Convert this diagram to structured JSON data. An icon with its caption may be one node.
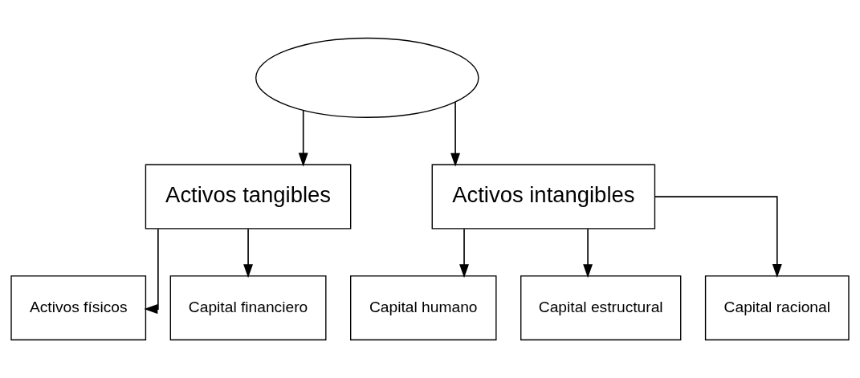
{
  "diagram": {
    "nodes": [
      {
        "text": [],
        "shape": "ellipse"
      },
      {
        "text": [
          "Activos tangibles"
        ]
      },
      {
        "text": [
          "Activos intangibles"
        ]
      },
      {
        "text": [
          "Activos físicos"
        ]
      },
      {
        "text": [
          "Capital financiero"
        ]
      },
      {
        "text": [
          "Capital humano"
        ]
      },
      {
        "text": [
          "Capital estructural"
        ]
      },
      {
        "text": [
          "Capital racional"
        ]
      }
    ],
    "edges": [
      {
        "from": 0,
        "to": 1,
        "arrow": "to"
      },
      {
        "from": 0,
        "to": 2,
        "arrow": "to"
      },
      {
        "from": 1,
        "to": 3,
        "arrow": "to"
      },
      {
        "from": 1,
        "to": 4,
        "arrow": "to"
      },
      {
        "from": 2,
        "to": 5,
        "arrow": "to"
      },
      {
        "from": 2,
        "to": 6,
        "arrow": "to"
      },
      {
        "from": 2,
        "to": 7,
        "arrow": "to"
      }
    ]
  }
}
